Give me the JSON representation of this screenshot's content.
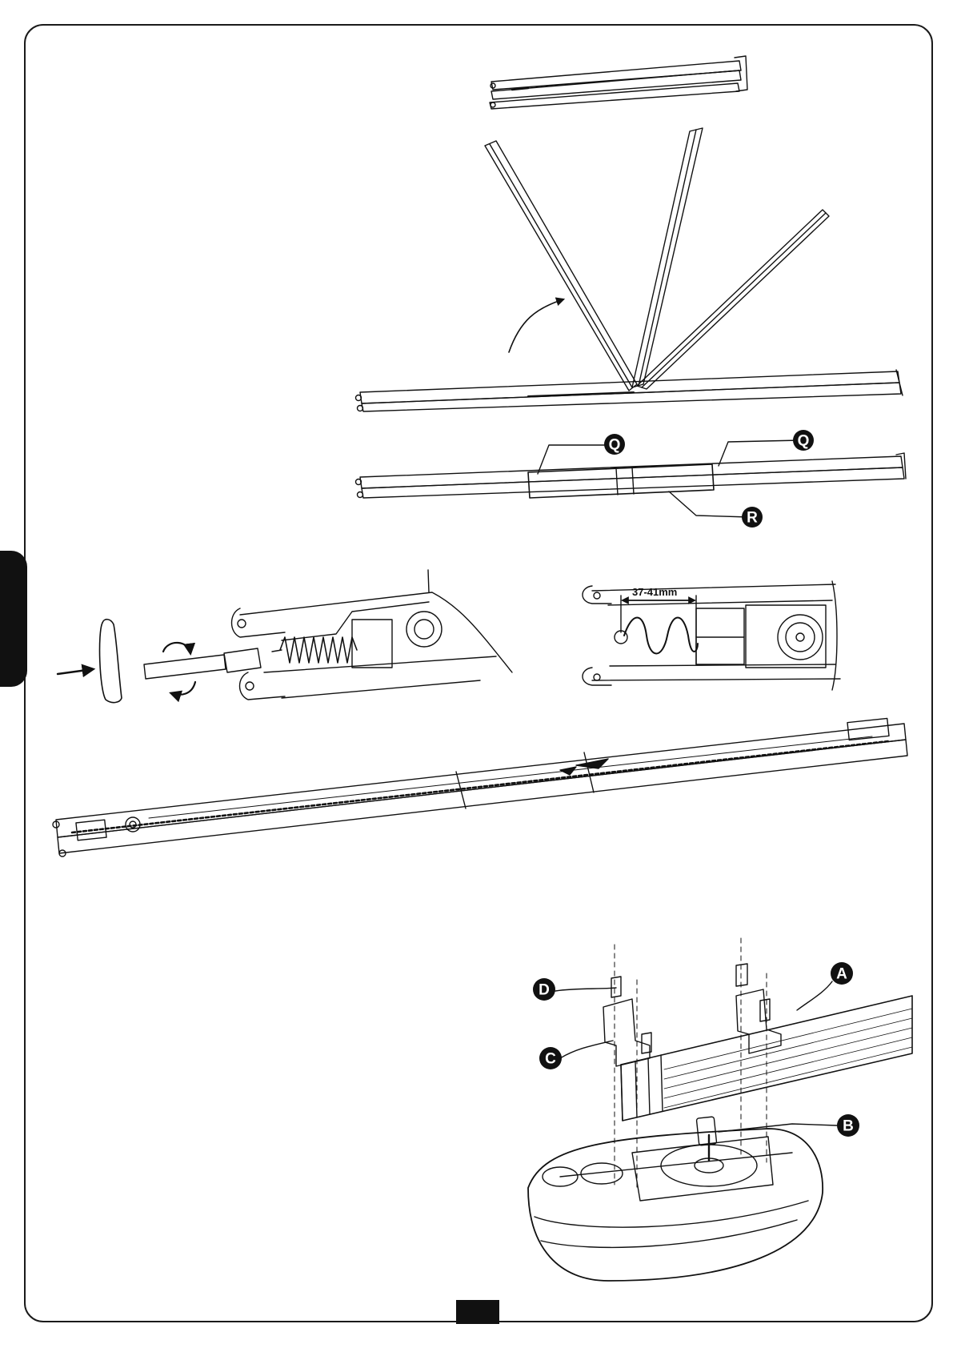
{
  "figure": {
    "callouts": {
      "q_left": "Q",
      "q_right": "Q",
      "r": "R",
      "a": "A",
      "b": "B",
      "c": "C",
      "d": "D"
    },
    "dimension_label": "37-41mm"
  },
  "colors": {
    "ink": "#111111",
    "paper": "#ffffff",
    "frame": "#1a1a1a"
  },
  "page_number": ""
}
